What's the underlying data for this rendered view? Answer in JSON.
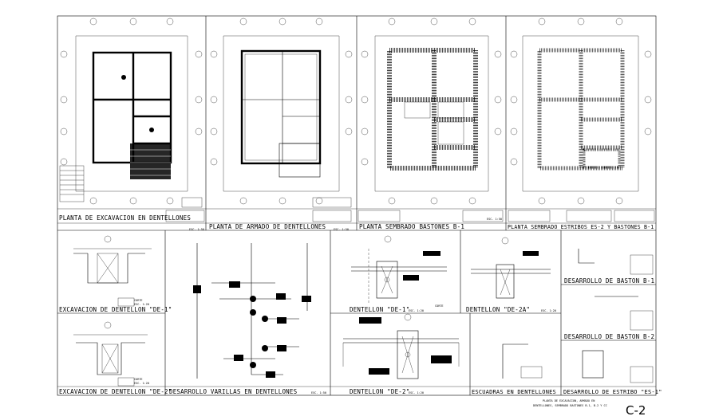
{
  "sheet": {
    "number": "C-2",
    "title_lines": [
      "PLANTA DE EXCAVACION, ARMADO EN",
      "DENTELLONES, SEMBRADO BASTONES B-1, B-2 Y CC"
    ]
  },
  "top_panels": [
    {
      "caption": "PLANTA DE EXCAVACION EN DENTELLONES",
      "scale": "ESC. 1:50"
    },
    {
      "caption": "PLANTA DE ARMADO DE DENTELLONES",
      "scale": "ESC. 1:50"
    },
    {
      "caption": "PLANTA SEMBRADO BASTONES B-1",
      "scale": "ESC. 1:50"
    },
    {
      "caption": "PLANTA SEMBRADO ESTRIBOS ES-2 Y BASTONES B-1",
      "scale": ""
    }
  ],
  "details": {
    "excavacion_de1": "EXCAVACION DE DENTELLON \"DE-1\"",
    "excavacion_de2": "EXCAVACION DE DENTELLON \"DE-2\"",
    "desarrollo_varillas": "DESARROLLO VARILLAS EN DENTELLONES",
    "desarrollo_varillas_scale": "ESC. 1:50",
    "dentellon_de1": "DENTELLON \"DE-1\"",
    "dentellon_de1_scale": "ESC. 1:20",
    "dentellon_de2a": "DENTELLON \"DE-2A\"",
    "dentellon_de2a_scale": "ESC. 1:20",
    "dentellon_de2": "DENTELLON \"DE-2\"",
    "dentellon_de2_scale": "ESC. 1:20",
    "escuadras": "ESCUADRAS EN DENTELLONES",
    "baston_b1": "DESARROLLO DE BASTON B-1",
    "baston_b2": "DESARROLLO DE BASTON B-2",
    "estribo_es1": "DESARROLLO DE ESTRIBO \"ES-1\"",
    "corte_label": "CORTE",
    "corte_scale": "ESC. 1:20"
  },
  "colors": {
    "ink": "#000000",
    "paper": "#ffffff"
  }
}
